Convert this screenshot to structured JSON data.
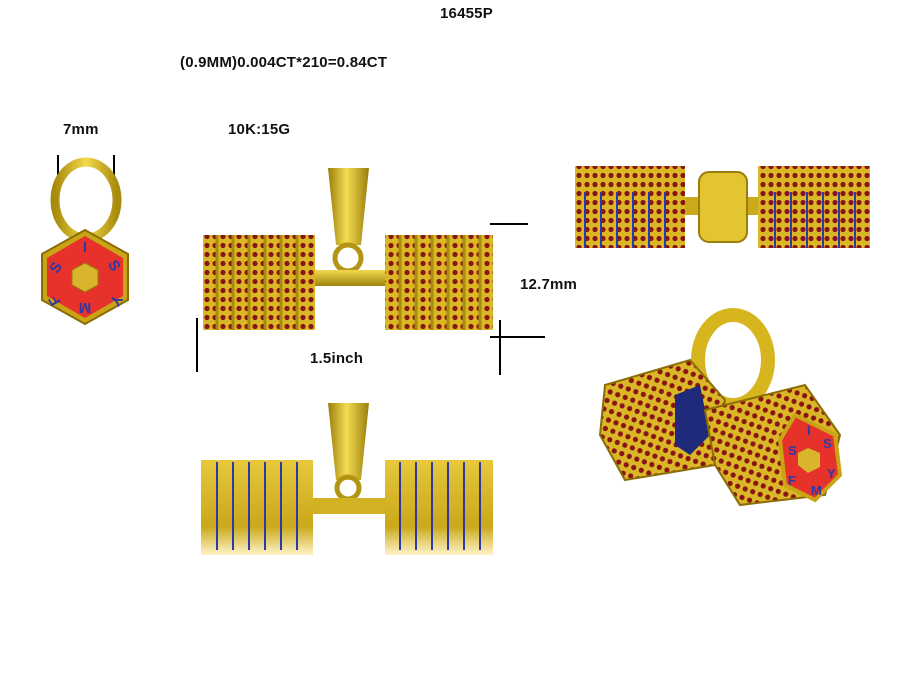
{
  "product_code": "16455P",
  "stone_spec": "(0.9MM)0.004CT*210=0.84CT",
  "metal_weight": "10K:15G",
  "dimensions": {
    "bail_width": "7mm",
    "height": "12.7mm",
    "length": "1.5inch"
  },
  "engraving_letters": [
    "I",
    "S",
    "Y",
    "M",
    "F",
    "S"
  ],
  "colors": {
    "gold": "#d6b51f",
    "gold_dark": "#a88a0c",
    "enamel_red": "#e6322a",
    "letters_blue": "#2c3aa8",
    "stone_red": "#8a1414"
  }
}
